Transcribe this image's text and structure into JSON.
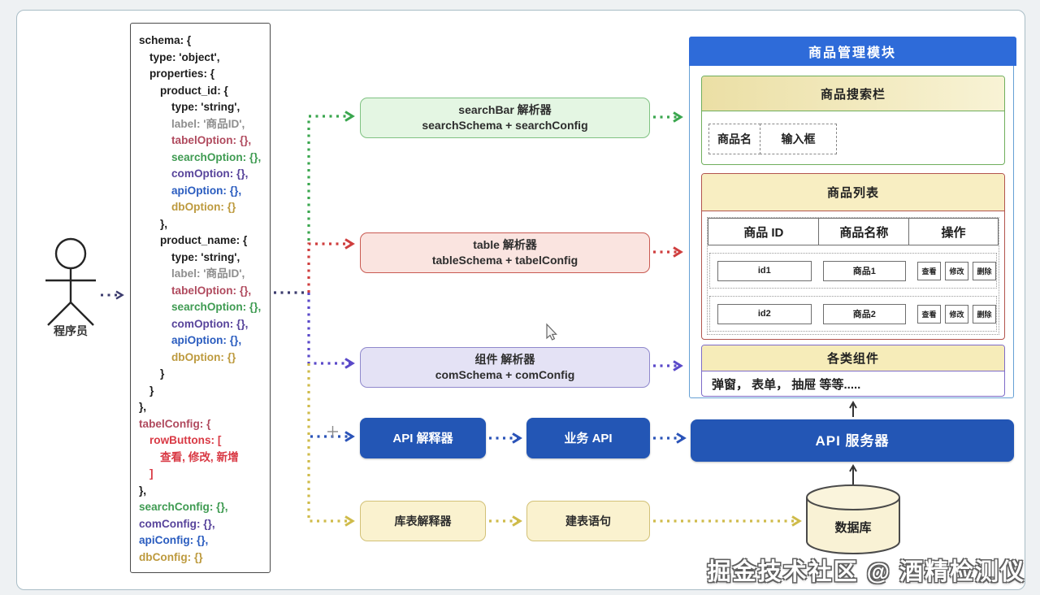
{
  "actor": {
    "label": "程序员"
  },
  "code": {
    "lines": [
      "schema: {",
      "type: 'object',",
      "properties: {",
      "product_id: {",
      "type: 'string',",
      "label: '商品ID',",
      "tabelOption: {},",
      "searchOption: {},",
      "comOption: {},",
      "apiOption: {},",
      "dbOption: {}",
      "},",
      "product_name: {",
      "type: 'string',",
      "label: '商品ID',",
      "tabelOption: {},",
      "searchOption: {},",
      "comOption: {},",
      "apiOption: {},",
      "dbOption: {}",
      "}",
      "}",
      "},",
      "tabelConfig: {",
      "rowButtons: [",
      "查看, 修改, 新增",
      "]",
      "},",
      "searchConfig: {},",
      "comConfig: {},",
      "apiConfig: {},",
      "dbConfig: {}"
    ]
  },
  "parsers": {
    "searchbar": {
      "title": "searchBar 解析器",
      "subtitle": "searchSchema + searchConfig"
    },
    "table": {
      "title": "table 解析器",
      "subtitle": "tableSchema + tabelConfig"
    },
    "component": {
      "title": "组件 解析器",
      "subtitle": "comSchema + comConfig"
    },
    "api": {
      "title": "API 解释器"
    },
    "dbtable": {
      "title": "库表解释器"
    }
  },
  "api_flow": {
    "business_api": "业务 API",
    "api_server": "API 服务器"
  },
  "db_flow": {
    "sql": "建表语句",
    "database": "数据库"
  },
  "panel": {
    "title": "商品管理模块",
    "search_bar": {
      "title": "商品搜索栏",
      "fields": [
        "商品名",
        "输入框"
      ]
    },
    "product_list": {
      "title": "商品列表",
      "columns": [
        "商品 ID",
        "商品名称",
        "操作"
      ],
      "rows": [
        {
          "id": "id1",
          "name": "商品1",
          "actions": [
            "查看",
            "修改",
            "删除"
          ]
        },
        {
          "id": "id2",
          "name": "商品2",
          "actions": [
            "查看",
            "修改",
            "删除"
          ]
        }
      ]
    },
    "components": {
      "title": "各类组件",
      "content": "弹窗， 表单， 抽屉 等等....."
    }
  },
  "watermark": "掘金技术社区 @ 酒精检测仪",
  "colors": {
    "panel_header_blue": "#2e6bd9",
    "node_blue": "#2356b5",
    "arrow_green": "#3aa64e",
    "arrow_red": "#cf3e3e",
    "arrow_purple": "#5a49c9",
    "arrow_blue": "#2a53b8",
    "arrow_navy": "#3c3c6e",
    "arrow_yellow": "#cfbb4a",
    "arrow_black": "#333333"
  }
}
